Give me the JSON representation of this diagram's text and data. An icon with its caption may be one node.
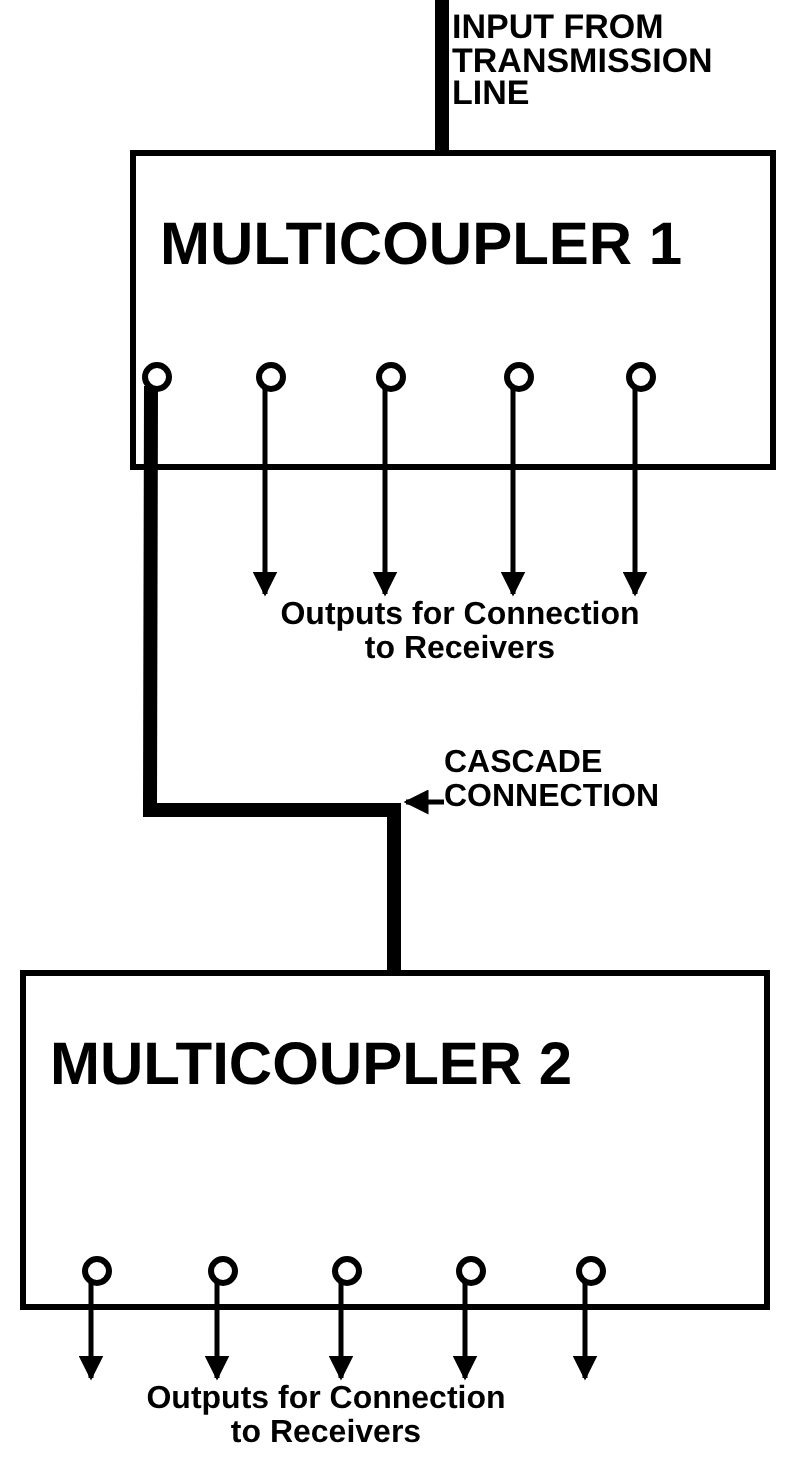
{
  "diagram": {
    "nodes": [
      {
        "text": [
          "MULTICOUPLER 1"
        ]
      },
      {
        "text": [],
        "shape": "circle",
        "in": 0
      },
      {
        "text": [],
        "shape": "circle",
        "in": 0
      },
      {
        "text": [],
        "shape": "circle",
        "in": 0
      },
      {
        "text": [],
        "shape": "circle",
        "in": 0
      },
      {
        "text": [],
        "shape": "circle",
        "in": 0
      },
      {
        "text": [
          "Outputs for Connection to Receivers"
        ]
      },
      {
        "text": [
          "CASCADE CONNECTION"
        ]
      },
      {
        "text": [
          "MULTICOUPLER 2"
        ]
      },
      {
        "text": [],
        "shape": "circle",
        "in": 8
      },
      {
        "text": [],
        "shape": "circle",
        "in": 8
      },
      {
        "text": [],
        "shape": "circle",
        "in": 8
      },
      {
        "text": [],
        "shape": "circle",
        "in": 8
      },
      {
        "text": [],
        "shape": "circle",
        "in": 8
      },
      {
        "text": [
          "Outputs for Connection to Receivers"
        ]
      }
    ],
    "edges": [
      {
        "from": null,
        "to": 0,
        "arrow": "none",
        "style": "thick"
      },
      {
        "from": 2,
        "to": 6,
        "arrow": "to"
      },
      {
        "from": 3,
        "to": 6,
        "arrow": "to"
      },
      {
        "from": 4,
        "to": 6,
        "arrow": "to"
      },
      {
        "from": 5,
        "to": 6,
        "arrow": "to"
      },
      {
        "from": 1,
        "to": 8,
        "arrow": "none",
        "style": "thick"
      },
      {
        "from": 7,
        "to": null,
        "arrow": "to"
      },
      {
        "from": 9,
        "to": 14,
        "arrow": "to"
      },
      {
        "from": 10,
        "to": 14,
        "arrow": "to"
      },
      {
        "from": 11,
        "to": 14,
        "arrow": "to"
      },
      {
        "from": 12,
        "to": 14,
        "arrow": "to"
      },
      {
        "from": 13,
        "to": 14,
        "arrow": "to"
      }
    ],
    "labels": [
      "INPUT FROM TRANSMISSION LINE"
    ]
  }
}
